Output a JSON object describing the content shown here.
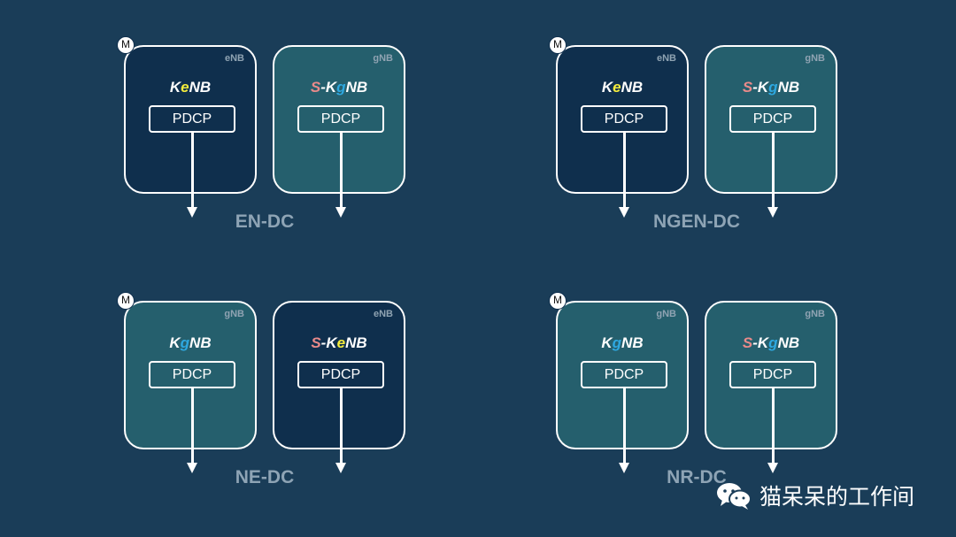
{
  "panels": [
    {
      "label": "EN-DC",
      "master_badge": "M",
      "left": {
        "rat": "eNB",
        "key": [
          "K",
          "e",
          "NB"
        ],
        "pdcp": "PDCP"
      },
      "right": {
        "rat": "gNB",
        "key": [
          "S",
          "-K",
          "g",
          "NB"
        ],
        "pdcp": "PDCP"
      }
    },
    {
      "label": "NGEN-DC",
      "master_badge": "M",
      "left": {
        "rat": "eNB",
        "key": [
          "K",
          "e",
          "NB"
        ],
        "pdcp": "PDCP"
      },
      "right": {
        "rat": "gNB",
        "key": [
          "S",
          "-K",
          "g",
          "NB"
        ],
        "pdcp": "PDCP"
      }
    },
    {
      "label": "NE-DC",
      "master_badge": "M",
      "left": {
        "rat": "gNB",
        "key": [
          "K",
          "g",
          "NB"
        ],
        "pdcp": "PDCP"
      },
      "right": {
        "rat": "eNB",
        "key": [
          "S",
          "-K",
          "e",
          "NB"
        ],
        "pdcp": "PDCP"
      }
    },
    {
      "label": "NR-DC",
      "master_badge": "M",
      "left": {
        "rat": "gNB",
        "key": [
          "K",
          "g",
          "NB"
        ],
        "pdcp": "PDCP"
      },
      "right": {
        "rat": "gNB",
        "key": [
          "S",
          "-K",
          "g",
          "NB"
        ],
        "pdcp": "PDCP"
      }
    }
  ],
  "watermark": {
    "text": "猫呆呆的工作间",
    "icon": "wechat-icon"
  },
  "colors": {
    "background": "#1a3d58",
    "eNB_box": "#0f2f4d",
    "gNB_box": "#255f6d",
    "e_letter": "#f4ec3c",
    "g_letter": "#2ea8e0",
    "s_letter": "#e98a8a",
    "label": "#8ea4b5"
  }
}
